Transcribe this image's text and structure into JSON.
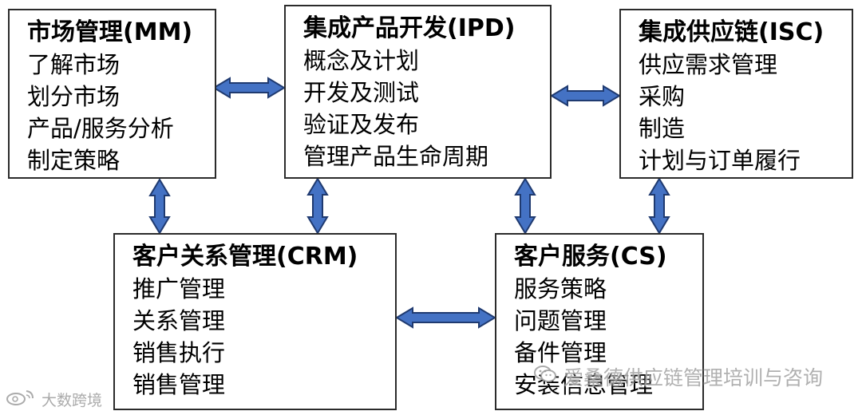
{
  "boxes": {
    "mm": {
      "title": "市场管理(MM)",
      "items": [
        "了解市场",
        "划分市场",
        "产品/服务分析",
        "制定策略"
      ]
    },
    "ipd": {
      "title": "集成产品开发(IPD)",
      "items": [
        "概念及计划",
        "开发及测试",
        "验证及发布",
        "管理产品生命周期"
      ]
    },
    "isc": {
      "title": "集成供应链(ISC)",
      "items": [
        "供应需求管理",
        "采购",
        "制造",
        "计划与订单履行"
      ]
    },
    "crm": {
      "title": "客户关系管理(CRM)",
      "items": [
        "推广管理",
        "关系管理",
        "销售执行",
        "销售管理"
      ]
    },
    "cs": {
      "title": "客户服务(CS)",
      "items": [
        "服务策略",
        "问题管理",
        "备件管理",
        "安装信息管理"
      ]
    }
  },
  "watermarks": {
    "right": "爱桑德供应链管理培训与咨询",
    "left": "大数跨境"
  },
  "colors": {
    "arrow_fill": "#4472c4",
    "arrow_stroke": "#1f3a70",
    "box_border": "#2b2b2b"
  },
  "icons": {
    "watermark_right": "wechat-icon",
    "watermark_left": "weibo-icon"
  }
}
